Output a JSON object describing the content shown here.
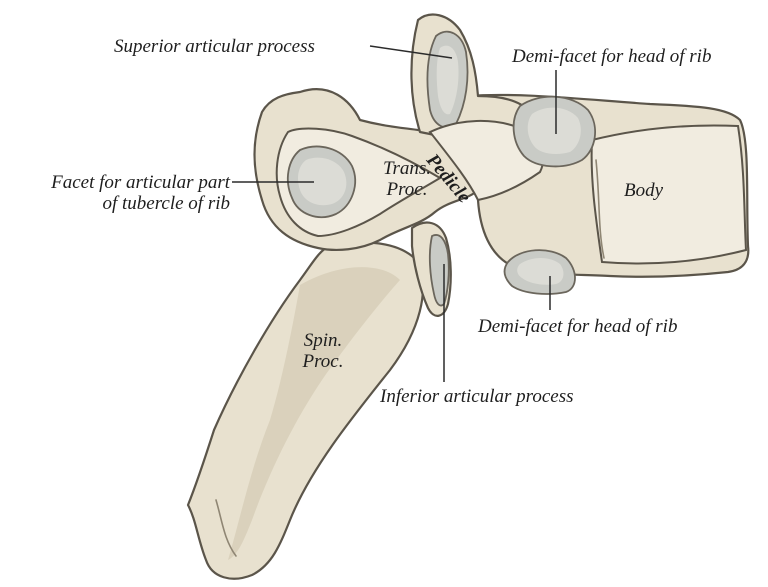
{
  "figure": {
    "labels": {
      "superior_articular_process": "Superior articular process",
      "demi_facet_upper": "Demi-facet for head of rib",
      "facet_tubercle_line1": "Facet for articular part",
      "facet_tubercle_line2": "of tubercle of rib",
      "trans_proc_line1": "Trans.",
      "trans_proc_line2": "Proc.",
      "pedicle": "Pedicle",
      "body": "Body",
      "demi_facet_lower": "Demi-facet for head of rib",
      "spin_proc_line1": "Spin.",
      "spin_proc_line2": "Proc.",
      "inferior_articular_process": "Inferior articular process"
    },
    "colors": {
      "bone": "#e8e1cf",
      "bone_outline": "#5b554a",
      "facet": "#c9cbc6",
      "label_text": "#1e1e1e",
      "background": "#ffffff"
    }
  }
}
